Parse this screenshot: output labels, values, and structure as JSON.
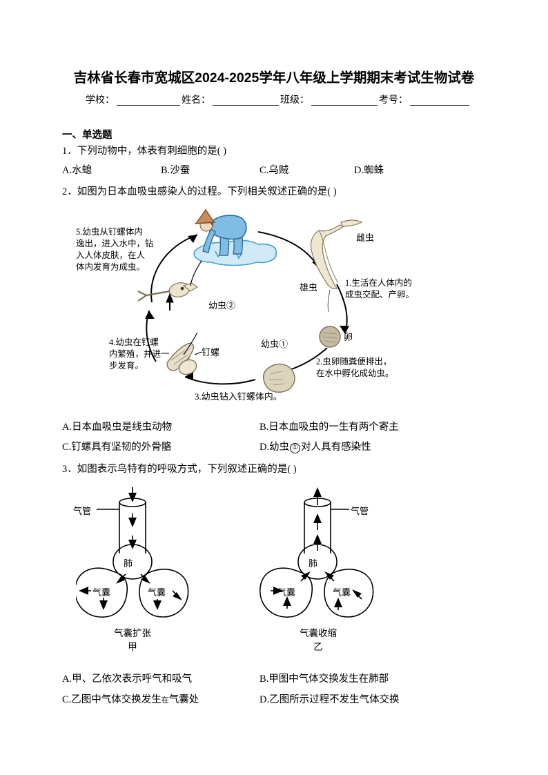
{
  "document": {
    "title": "吉林省长春市宽城区2024-2025学年八年级上学期期末考试生物试卷",
    "info_fields": [
      {
        "label": "学校："
      },
      {
        "label": "姓名："
      },
      {
        "label": "班级："
      },
      {
        "label": "考号："
      }
    ]
  },
  "sections": [
    {
      "heading": "一、单选题"
    }
  ],
  "questions": [
    {
      "number": "1．",
      "stem": "下列动物中，体表有刺细胞的是(  )",
      "options": [
        {
          "key": "A.",
          "text": "水螅"
        },
        {
          "key": "B.",
          "text": "沙蚕"
        },
        {
          "key": "C.",
          "text": "乌贼"
        },
        {
          "key": "D.",
          "text": "蜘蛛"
        }
      ]
    },
    {
      "number": "2．",
      "stem": "如图为日本血吸虫感染人的过程。下列相关叙述正确的是(  )",
      "options": [
        {
          "key": "A.",
          "text": "日本血吸虫是线虫动物"
        },
        {
          "key": "B.",
          "text": "日本血吸虫的一生有两个寄主"
        },
        {
          "key": "C.",
          "text": "钉螺具有坚韧的外骨骼"
        },
        {
          "key": "D.",
          "pre": "幼虫",
          "circle": "①",
          "post": "对人具有感染性"
        }
      ]
    },
    {
      "number": "3．",
      "stem": "如图表示鸟特有的呼吸方式，下列叙述正确的是(  )",
      "options": [
        {
          "key": "A.",
          "text": "甲、乙依次表示呼气和吸气"
        },
        {
          "key": "B.",
          "text": "甲图中气体交换发生在肺部"
        },
        {
          "key": "C.",
          "pre": "乙图中气体交换发生",
          "small": "在",
          "post": "气囊处"
        },
        {
          "key": "D.",
          "text": "乙图所示过程不发生气体交换"
        }
      ]
    }
  ],
  "figure_cycle": {
    "name": "日本血吸虫生活史",
    "step_labels": [
      {
        "id": "step5",
        "text": "5.幼虫从钉螺体内\n逸出，进入水中，钻\n入人体皮肤，在人\n体内发育为成虫。"
      },
      {
        "id": "step1",
        "text": "1.生活在人体内的\n成虫交配、产卵。"
      },
      {
        "id": "step2",
        "text": "2.虫卵随粪便排出，\n在水中孵化成幼虫。"
      },
      {
        "id": "step3",
        "text": "3.幼虫钻入钉螺体内。"
      },
      {
        "id": "step4",
        "text": "4.幼虫在钉螺\n内繁殖，并进一\n步发育。"
      }
    ],
    "part_labels": [
      {
        "id": "female",
        "text": "雌虫"
      },
      {
        "id": "male",
        "text": "雄虫"
      },
      {
        "id": "egg",
        "text": "卵"
      },
      {
        "id": "larva1",
        "text": "幼虫①"
      },
      {
        "id": "larva2",
        "text": "幼虫②"
      },
      {
        "id": "snail",
        "text": "钉螺"
      }
    ],
    "colors": {
      "clothing": "#7fbde4",
      "clothing_dark": "#5ba3d4",
      "hat": "#c98b5a",
      "skin": "#f2d9bd",
      "water": "#cfe9f7",
      "worm": "#efe6d2",
      "snail": "#e6ddc8",
      "egg": "#c6bba2"
    }
  },
  "figure_bird": {
    "name": "鸟类双重呼吸示意图",
    "panels": [
      {
        "id": "jia",
        "trachea": "气管",
        "lung": "肺",
        "sac_left": "气囊",
        "sac_right": "气囊",
        "caption": "气囊扩张",
        "letter": "甲"
      },
      {
        "id": "yi",
        "trachea": "气管",
        "lung": "肺",
        "sac_left": "气囊",
        "sac_right": "气囊",
        "caption": "气囊收缩",
        "letter": "乙"
      }
    ]
  }
}
